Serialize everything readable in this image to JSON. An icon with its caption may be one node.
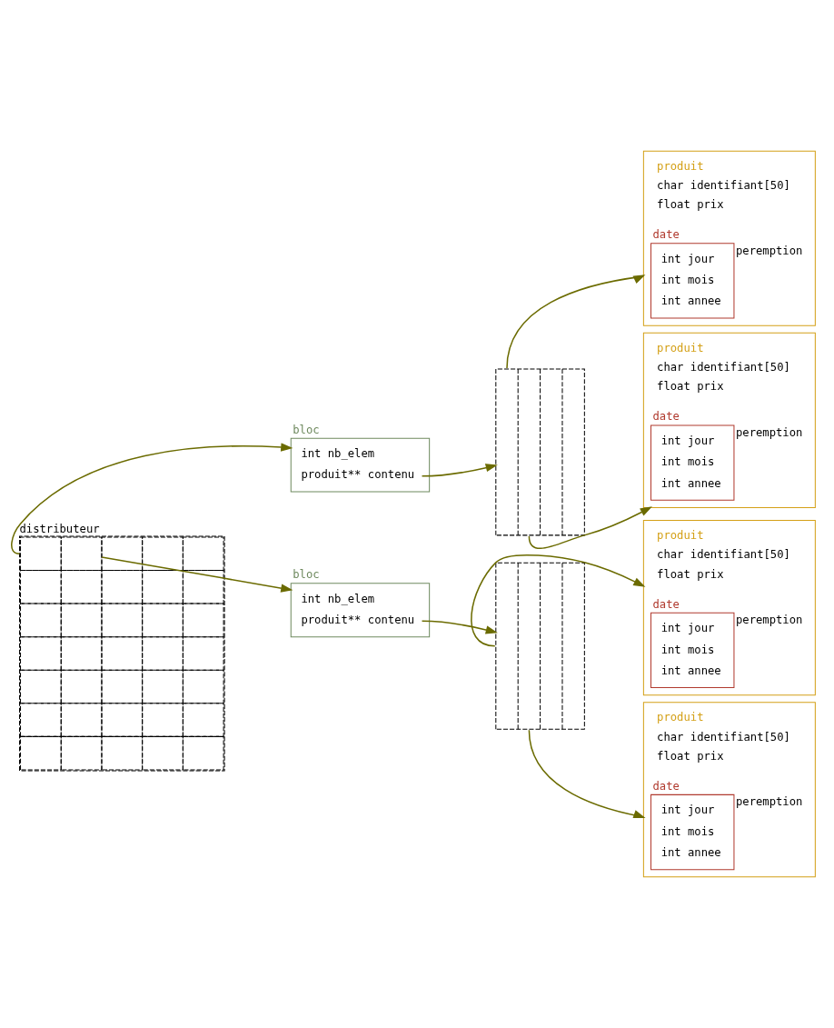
{
  "diagram": {
    "nodes": [
      {
        "text": [
          "bloc",
          "int nb_elem",
          "produit** contenu"
        ]
      },
      {
        "text": [],
        "shape": "box"
      },
      {
        "text": [
          "produit",
          "char identifiant[50]",
          "float prix"
        ]
      },
      {
        "text": [
          "date",
          "int jour",
          "int mois",
          "int annee"
        ],
        "in": 2,
        "beside": [
          "peremption"
        ]
      },
      {
        "text": [
          "distributeur"
        ]
      },
      {
        "text": [
          "produit",
          "char identifiant[50]",
          "float prix"
        ]
      },
      {
        "text": [
          "date",
          "int jour",
          "int mois",
          "int annee"
        ],
        "in": 5,
        "beside": [
          "peremption"
        ]
      },
      {
        "text": [
          "bloc",
          "int nb_elem",
          "produit** contenu"
        ]
      },
      {
        "text": [],
        "shape": "box"
      },
      {
        "text": [
          "produit",
          "char identifiant[50]",
          "float prix"
        ]
      },
      {
        "text": [
          "date",
          "int jour",
          "int mois",
          "int annee"
        ],
        "in": 9,
        "beside": [
          "peremption"
        ]
      },
      {
        "text": [
          "produit",
          "char identifiant[50]",
          "float prix"
        ]
      },
      {
        "text": [
          "date",
          "int jour",
          "int mois",
          "int annee"
        ],
        "in": 11,
        "beside": [
          "peremption"
        ]
      }
    ],
    "edges": [
      {
        "from": 4,
        "to": 0,
        "arrow": "to"
      },
      {
        "from": 0,
        "to": 1,
        "arrow": "to"
      },
      {
        "from": 1,
        "to": 2,
        "arrow": "to"
      },
      {
        "from": 1,
        "to": 5,
        "arrow": "to"
      },
      {
        "from": 4,
        "to": 7,
        "arrow": "to"
      },
      {
        "from": 7,
        "to": 8,
        "arrow": "to"
      },
      {
        "from": 8,
        "to": 9,
        "arrow": "to"
      },
      {
        "from": 8,
        "to": 11,
        "arrow": "to"
      }
    ]
  }
}
